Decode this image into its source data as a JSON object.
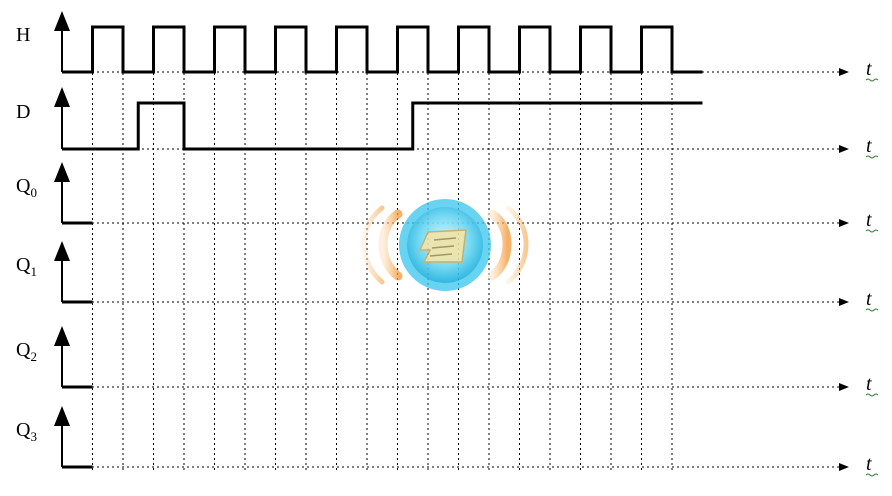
{
  "signals": [
    {
      "id": "H",
      "label": "H",
      "sub": "",
      "axis_label": "t",
      "waveform": {
        "initial": 0,
        "transitions": [
          [
            1,
            1
          ],
          [
            2,
            0
          ],
          [
            3,
            1
          ],
          [
            4,
            0
          ],
          [
            5,
            1
          ],
          [
            6,
            0
          ],
          [
            7,
            1
          ],
          [
            8,
            0
          ],
          [
            9,
            1
          ],
          [
            10,
            0
          ],
          [
            11,
            1
          ],
          [
            12,
            0
          ],
          [
            13,
            1
          ],
          [
            14,
            0
          ],
          [
            15,
            1
          ],
          [
            16,
            0
          ],
          [
            17,
            1
          ],
          [
            18,
            0
          ],
          [
            19,
            1
          ],
          [
            20,
            0
          ]
        ],
        "end": 21
      }
    },
    {
      "id": "D",
      "label": "D",
      "sub": "",
      "axis_label": "t",
      "waveform": {
        "initial": 0,
        "transitions": [
          [
            2.5,
            1
          ],
          [
            4,
            0
          ],
          [
            11.5,
            1
          ]
        ],
        "end": 21
      }
    },
    {
      "id": "Q0",
      "label": "Q",
      "sub": "0",
      "axis_label": "t",
      "waveform": {
        "initial": 0,
        "transitions": [],
        "end": 1
      }
    },
    {
      "id": "Q1",
      "label": "Q",
      "sub": "1",
      "axis_label": "t",
      "waveform": {
        "initial": 0,
        "transitions": [],
        "end": 1
      }
    },
    {
      "id": "Q2",
      "label": "Q",
      "sub": "2",
      "axis_label": "t",
      "waveform": {
        "initial": 0,
        "transitions": [],
        "end": 1
      }
    },
    {
      "id": "Q3",
      "label": "Q",
      "sub": "3",
      "axis_label": "t",
      "waveform": {
        "initial": 0,
        "transitions": [],
        "end": 1
      }
    }
  ],
  "time_grid": {
    "half_periods": 20,
    "dashed_lines_at": [
      1,
      2,
      3,
      4,
      5,
      6,
      7,
      8,
      9,
      10,
      11,
      12,
      13,
      14,
      15,
      16,
      17,
      18,
      19,
      20
    ]
  },
  "watermark": {
    "type": "logo",
    "colors": {
      "ring": "#2ec4ec",
      "core": "#9fe6f8",
      "wing": "#f6a04a"
    }
  },
  "colors": {
    "line": "#000000",
    "grid": "#000000",
    "axis_tick": "#2e7d32"
  }
}
